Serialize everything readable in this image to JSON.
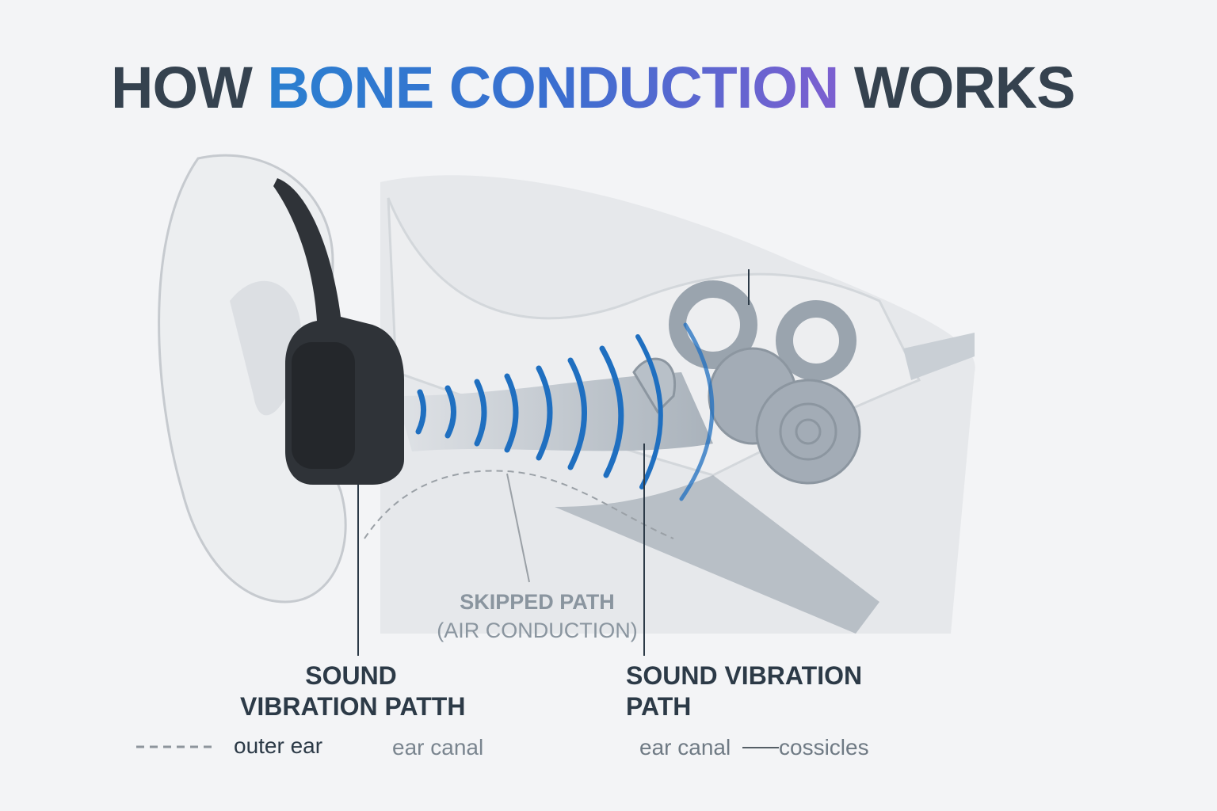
{
  "title": {
    "part1": "HOW",
    "part2": "BONE CONDUCTION",
    "part3": "WORKS"
  },
  "labels": {
    "skipped_line1": "SKIPPED PATH",
    "skipped_line2": "(AIR CONDUCTION)",
    "left_line1": "SOUND",
    "left_line2": "VIBRATION PATTH",
    "right_line1": "SOUND VIBRATION",
    "right_line2": "PATH"
  },
  "legend": {
    "outer_ear": "outer ear",
    "ear_canal_1": "ear canal",
    "ear_canal_2": "ear canal",
    "ossicles": "cossicles"
  },
  "colors": {
    "accent": "#1f6fc0",
    "device": "#2f3338",
    "text": "#2c3a47"
  }
}
